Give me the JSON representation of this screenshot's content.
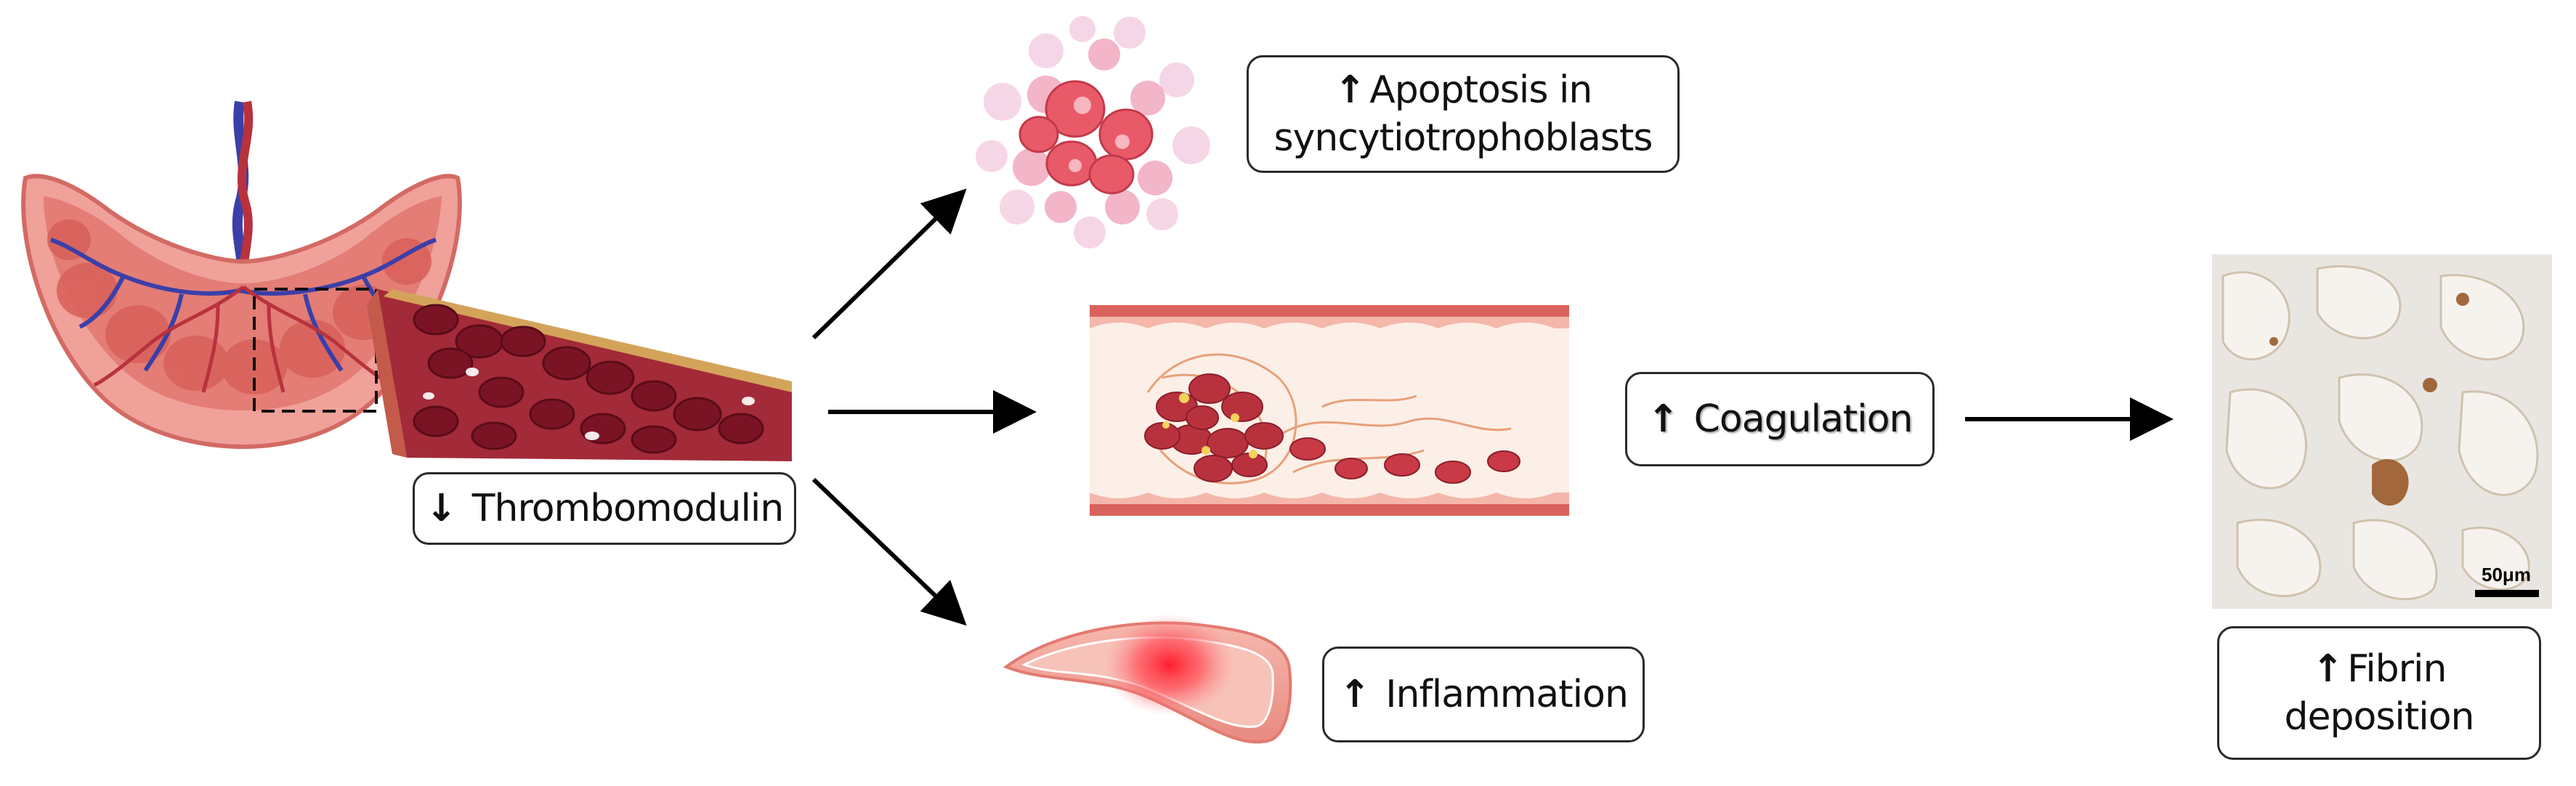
{
  "labels": {
    "thrombomodulin": {
      "symbol": "↓",
      "text": "Thrombomodulin"
    },
    "apoptosis": {
      "symbol": "↑",
      "line1": "Apoptosis in",
      "line2": "syncytiotrophoblasts"
    },
    "coagulation": {
      "symbol": "↑",
      "text": "Coagulation"
    },
    "inflammation": {
      "symbol": "↑",
      "text": "Inflammation"
    },
    "fibrin": {
      "symbol": "↑",
      "line1": "Fibrin",
      "line2": "deposition"
    }
  },
  "micrograph": {
    "scale_bar": "50μm"
  },
  "colors": {
    "placenta": "#e8837e",
    "blood_red": "#b8323d",
    "vein_blue": "#3b3fa8",
    "vessel_wall": "#d9625c",
    "clot_yellow": "#f3d35a",
    "arrow": "#000000"
  }
}
